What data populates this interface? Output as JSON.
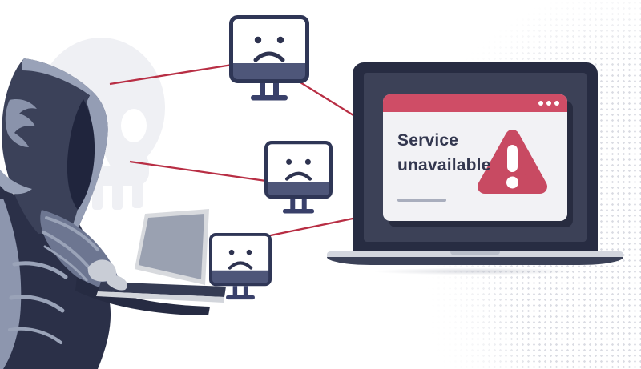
{
  "scene": {
    "background_color": "#ffffff",
    "error_window": {
      "message": "Service\nunavailable",
      "titlebar_color": "#cf4d66",
      "titlebar_dot_count": 3,
      "text_color": "#33374f"
    },
    "icons": {
      "warning": "warning-triangle-icon",
      "warning_glyph": "!",
      "monitors": "sad-face-monitor-icon",
      "hacker": "hooded-hacker-with-laptop-icon",
      "skull": "skull-watermark-icon",
      "window_dots": "window-dots-icon"
    },
    "infected_monitor_count": 3,
    "attack_line_count": 4,
    "colors": {
      "attack_line_red": "#b82e44",
      "warning_red": "#c84a62",
      "navy_dark": "#2e3350",
      "laptop_bezel": "#272c42",
      "laptop_screen": "#3c4157",
      "monitor_outline": "#2f3656",
      "monitor_chin": "#4e5679",
      "hoodie_dark": "#3b4159",
      "hoodie_light": "#949db4",
      "halftone_dot": "#d9dbe2"
    }
  }
}
